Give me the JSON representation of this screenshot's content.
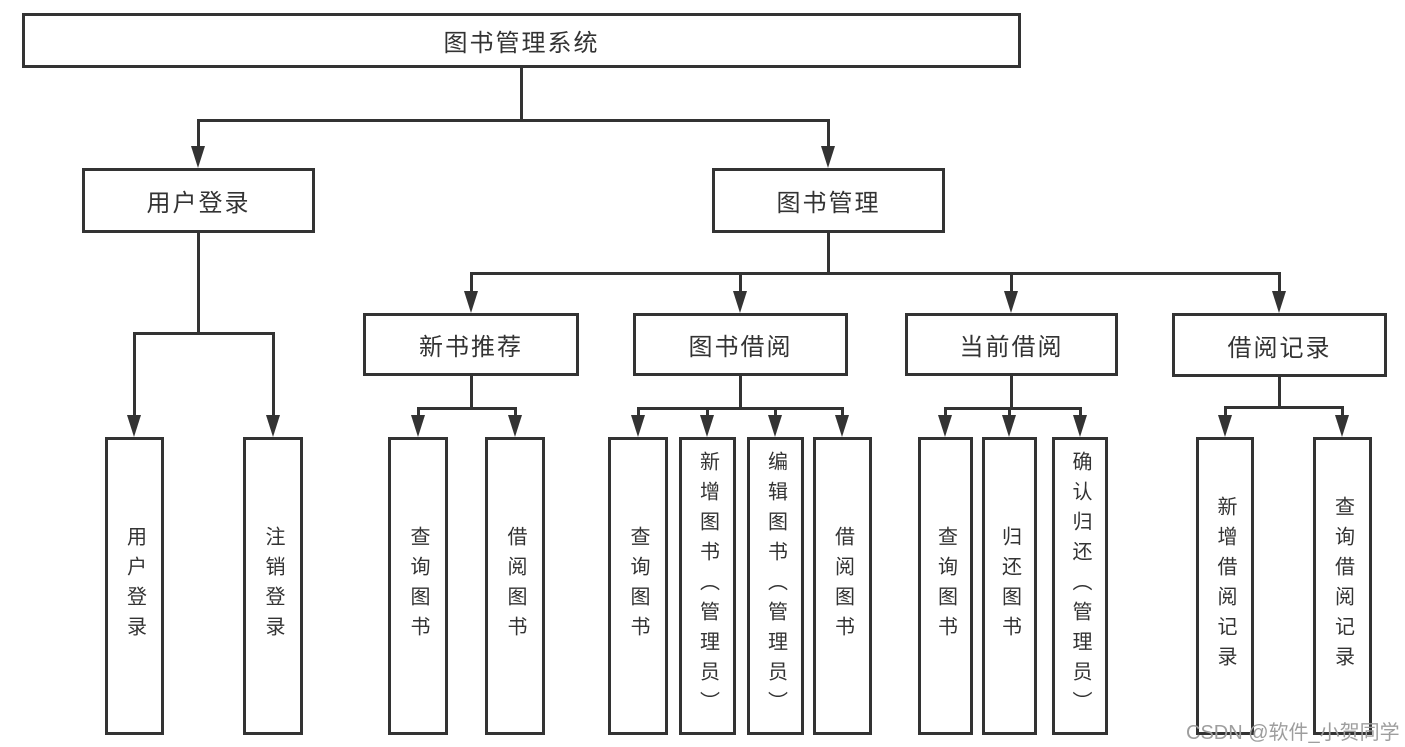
{
  "diagram_title": "图书管理系统",
  "nodes": {
    "root": {
      "label": "图书管理系统"
    },
    "level2": [
      {
        "label": "用户登录"
      },
      {
        "label": "图书管理"
      }
    ],
    "level3": [
      {
        "label": "新书推荐",
        "parent": "图书管理"
      },
      {
        "label": "图书借阅",
        "parent": "图书管理"
      },
      {
        "label": "当前借阅",
        "parent": "图书管理"
      },
      {
        "label": "借阅记录",
        "parent": "图书管理"
      }
    ],
    "leaves": [
      {
        "label": "用户登录",
        "parent": "用户登录"
      },
      {
        "label": "注销登录",
        "parent": "用户登录"
      },
      {
        "label": "查询图书",
        "parent": "新书推荐"
      },
      {
        "label": "借阅图书",
        "parent": "新书推荐"
      },
      {
        "label": "查询图书",
        "parent": "图书借阅"
      },
      {
        "label": "新增图书（管理员）",
        "parent": "图书借阅"
      },
      {
        "label": "编辑图书（管理员）",
        "parent": "图书借阅"
      },
      {
        "label": "借阅图书",
        "parent": "图书借阅"
      },
      {
        "label": "查询图书",
        "parent": "当前借阅"
      },
      {
        "label": "归还图书",
        "parent": "当前借阅"
      },
      {
        "label": "确认归还（管理员）",
        "parent": "当前借阅"
      },
      {
        "label": "新增借阅记录",
        "parent": "借阅记录"
      },
      {
        "label": "查询借阅记录",
        "parent": "借阅记录"
      }
    ]
  },
  "watermark": {
    "text": "CSDN @软件_小贺同学"
  },
  "colors": {
    "line": "#333333",
    "border": "#333333",
    "text": "#333333",
    "background": "#ffffff",
    "watermark": "#9e9e9e"
  }
}
